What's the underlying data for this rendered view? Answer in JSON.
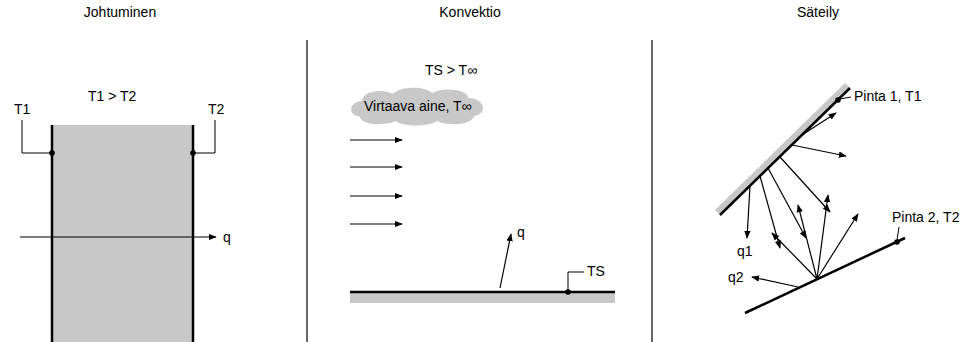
{
  "diagram": {
    "nodes": [
      {
        "text": [
          "Virtaava aine, T∞"
        ]
      }
    ],
    "labels": [
      "Johtuminen",
      "Konvektio",
      "Säteily",
      "T1",
      "T1 > T2",
      "T2",
      "q",
      "TS > T∞",
      "TS",
      "q",
      "Pinta 1, T1",
      "Pinta 2, T2",
      "q1",
      "q2"
    ]
  }
}
